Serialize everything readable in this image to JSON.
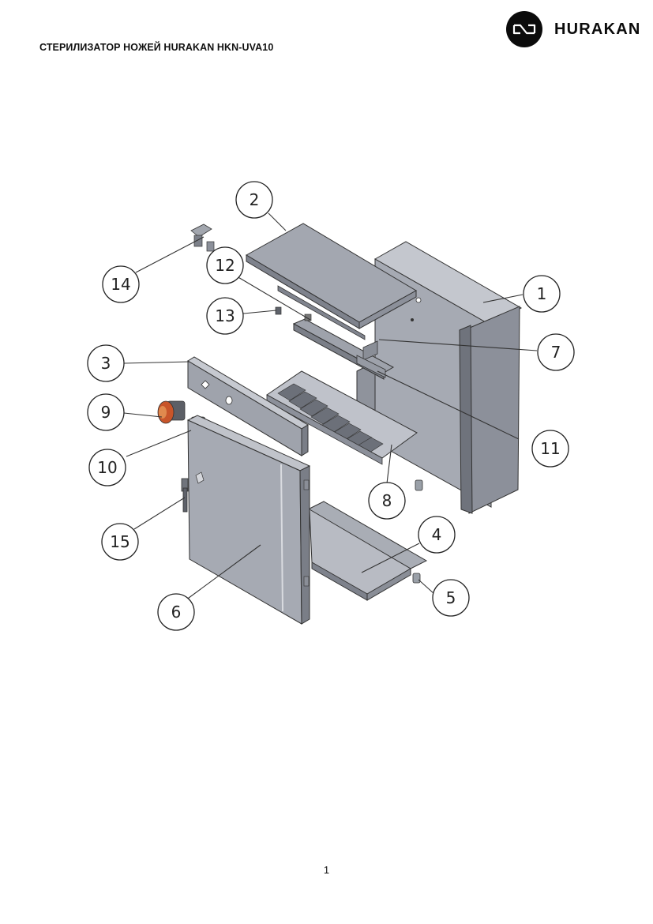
{
  "header": {
    "title": "СТЕРИЛИЗАТОР НОЖЕЙ HURAKAN HKN-UVA10",
    "brand_name": "HURAKAN",
    "logo_icon": "hurakan-logo-icon"
  },
  "figure": {
    "icon": "exploded-view-drawing",
    "callouts": {
      "c1": "1",
      "c2": "2",
      "c3": "3",
      "c4": "4",
      "c5": "5",
      "c6": "6",
      "c7": "7",
      "c8": "8",
      "c9": "9",
      "c10": "10",
      "c11": "11",
      "c12": "12",
      "c13": "13",
      "c14": "14",
      "c15": "15"
    }
  },
  "footer": {
    "page_number": "1"
  },
  "colors": {
    "metal_light": "#b4b7c0",
    "metal_mid": "#9a9ea8",
    "metal_dark": "#7e828c",
    "indicator_green": "#2e9a3a",
    "knob_orange": "#c8552a"
  }
}
